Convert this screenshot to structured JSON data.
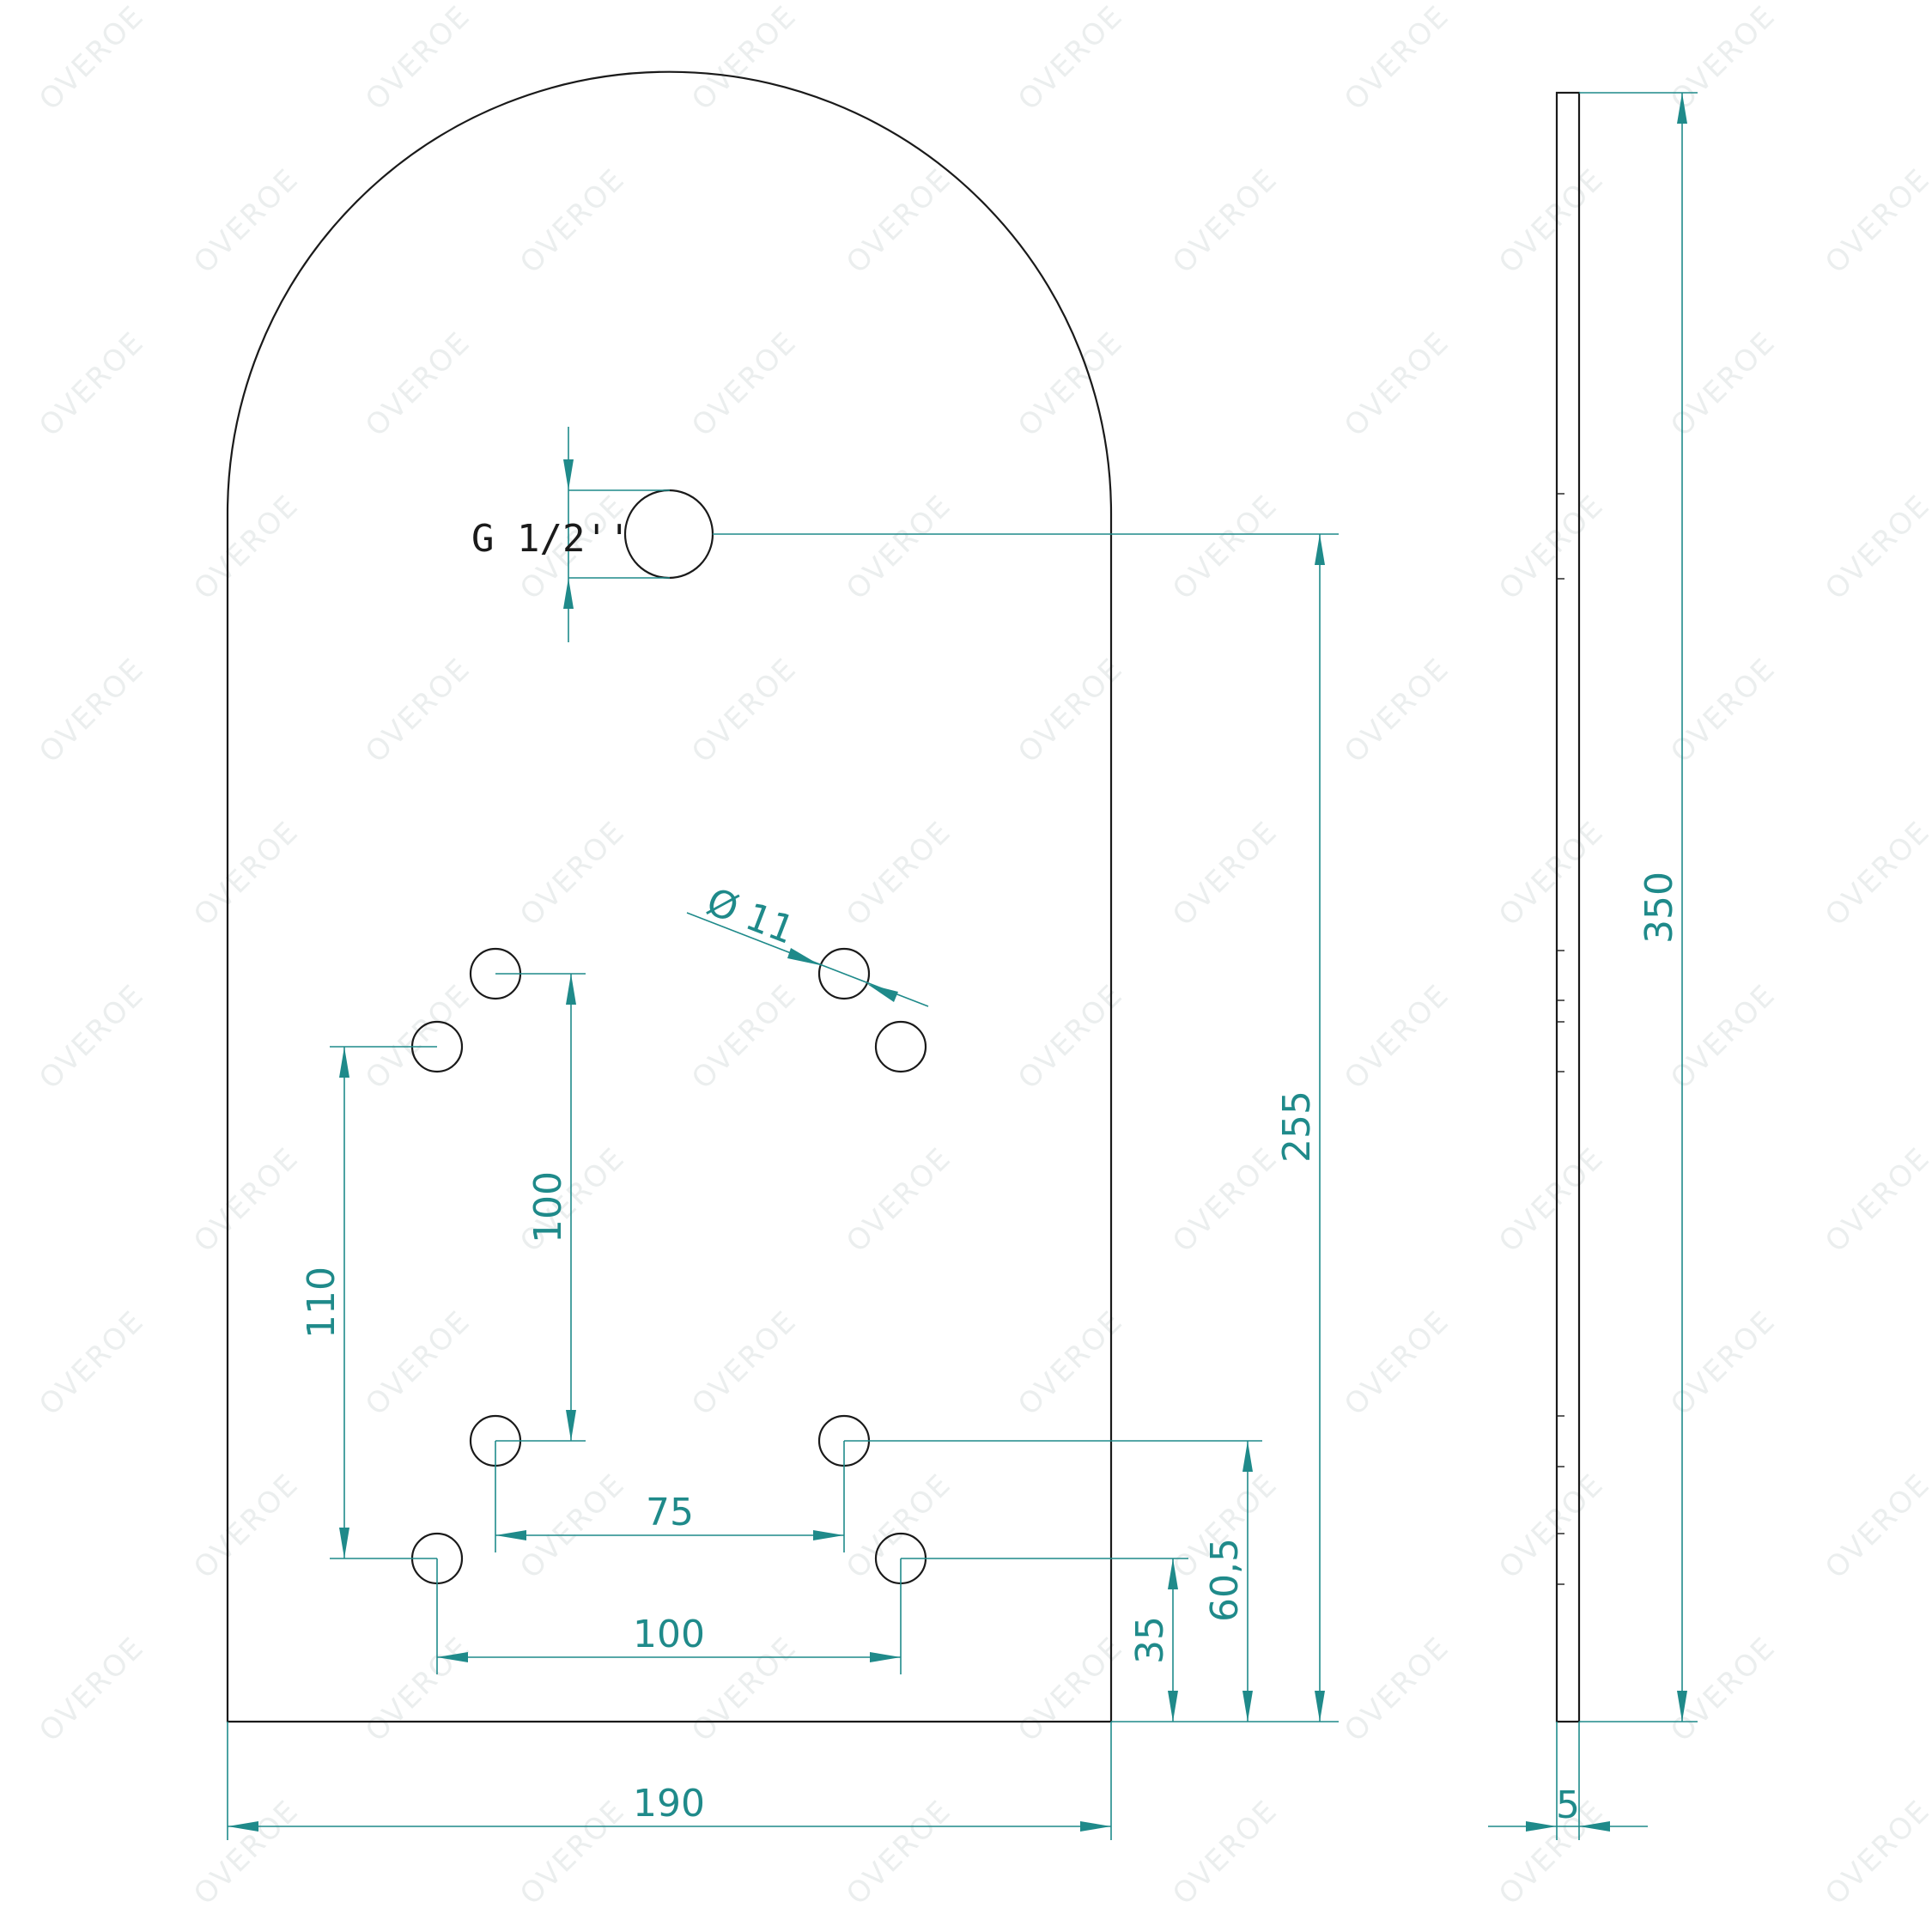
{
  "colors": {
    "outline": "#1a1a1a",
    "dimension": "#1f8a8a"
  },
  "labels": {
    "thread": "G 1/2''",
    "diameter_symbol": "Ø",
    "diameter_value": "11",
    "width_front": "190",
    "height_thread": "255",
    "height_total": "350",
    "thickness": "5",
    "spacing_upper_vertical": "100",
    "spacing_lower_vertical": "110",
    "spacing_inner_horizontal": "75",
    "spacing_outer_horizontal": "100",
    "height_inner_row": "60,5",
    "height_outer_row": "35"
  }
}
